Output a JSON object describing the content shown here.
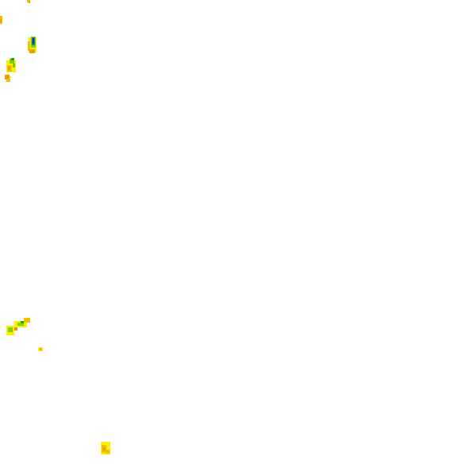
{
  "map": {
    "background_color": "#ffffff",
    "legend_colors": {
      "light": "#ffee00",
      "moderate": "#f0c000",
      "heavy": "#e8a000",
      "green": "#7ad400",
      "deep_green": "#20a800",
      "blue": "#1e78c8",
      "dark_blue": "#0a3c90"
    },
    "echo_cells": [
      {
        "id": "cell-top-edge",
        "intensity": "moderate"
      },
      {
        "id": "cell-left-top",
        "intensity": "moderate"
      },
      {
        "id": "cell-core-blue",
        "intensity": "dark_blue"
      },
      {
        "id": "cell-band-1",
        "intensity": "green"
      },
      {
        "id": "cell-band-2",
        "intensity": "heavy"
      },
      {
        "id": "cell-mid-left-1",
        "intensity": "green"
      },
      {
        "id": "cell-mid-left-2",
        "intensity": "moderate"
      },
      {
        "id": "cell-small-dot",
        "intensity": "moderate"
      },
      {
        "id": "cell-bottom",
        "intensity": "moderate"
      }
    ]
  }
}
